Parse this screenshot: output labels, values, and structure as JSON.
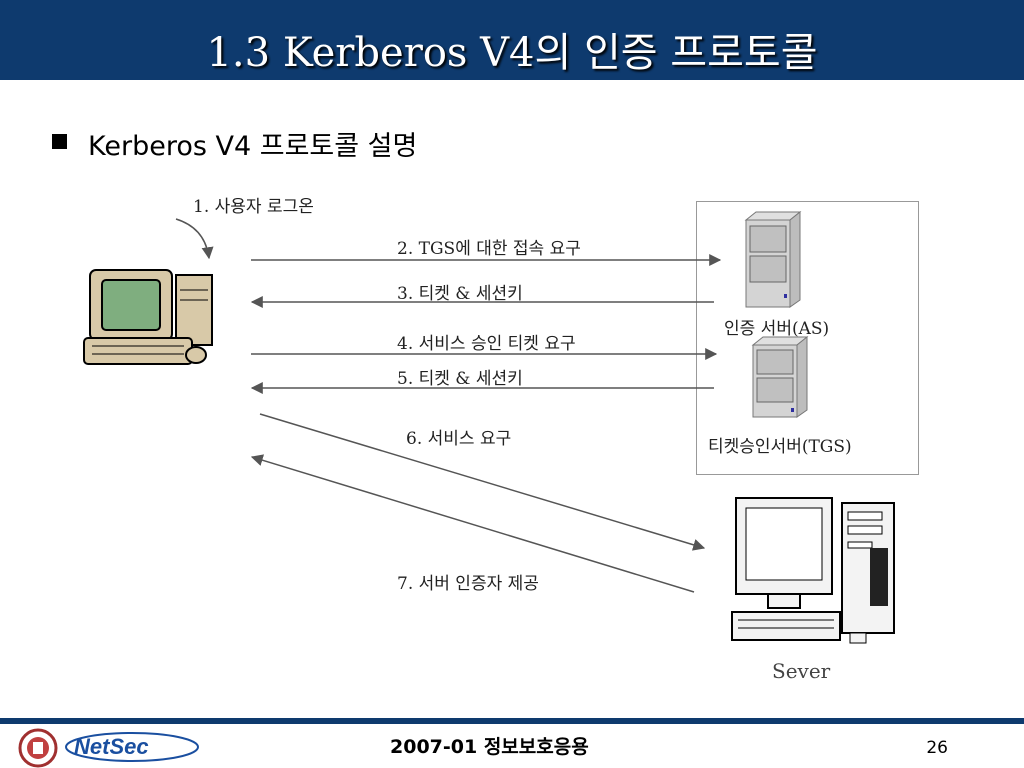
{
  "slide": {
    "title": "1.3 Kerberos V4의 인증 프로토콜",
    "subtitle": "Kerberos V4 프로토콜 설명"
  },
  "steps": {
    "s1": "1. 사용자 로그온",
    "s2": "2. TGS에 대한 접속 요구",
    "s3": "3. 티켓 & 세션키",
    "s4": "4. 서비스 승인 티켓 요구",
    "s5": "5. 티켓 & 세션키",
    "s6": "6. 서비스 요구",
    "s7": "7. 서버 인증자 제공"
  },
  "nodes": {
    "as_label": "인증 서버(AS)",
    "tgs_label": "티켓승인서버(TGS)",
    "server_label": "Sever"
  },
  "footer": {
    "logo_text": "NetSec",
    "course": "2007-01 정보보호응용",
    "page": "26"
  },
  "colors": {
    "title_bar": "#0e3a6e",
    "arrow": "#555555"
  }
}
